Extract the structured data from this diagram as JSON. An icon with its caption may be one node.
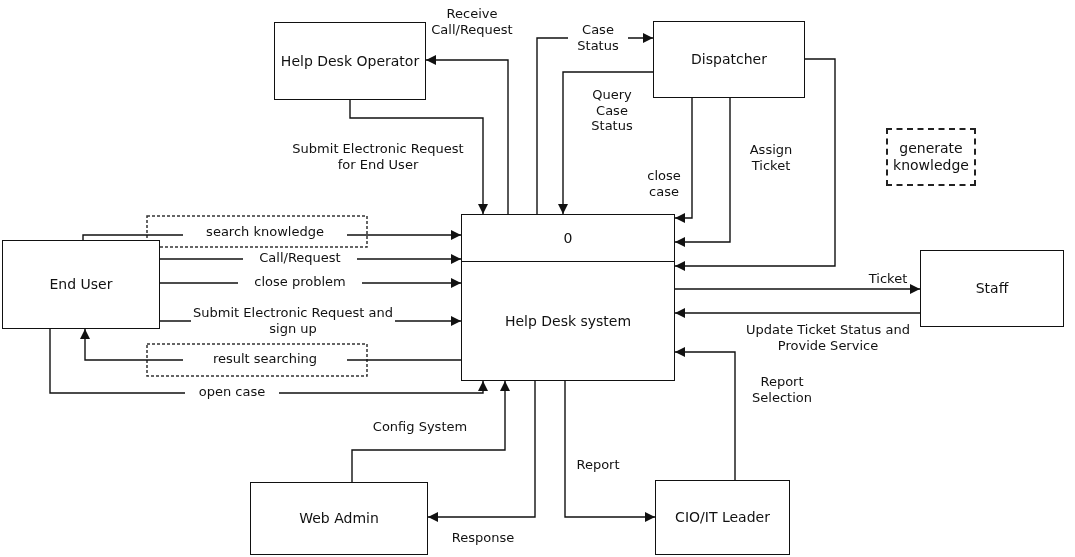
{
  "diagram": {
    "nodes": [
      {
        "text": [
          "Help Desk Operator"
        ]
      },
      {
        "text": [
          "Dispatcher"
        ]
      },
      {
        "text": [
          "End User"
        ]
      },
      {
        "text": [
          "0",
          "Help Desk system"
        ]
      },
      {
        "text": [
          "Staff"
        ]
      },
      {
        "text": [
          "Web Admin"
        ]
      },
      {
        "text": [
          "CIO/IT Leader"
        ]
      },
      {
        "text": [
          "generate knowledge"
        ]
      }
    ],
    "edges": [
      {
        "from": 2,
        "to": 3,
        "arrow": "to",
        "label": "search knowledge"
      },
      {
        "from": 2,
        "to": 3,
        "arrow": "to",
        "label": "Call/Request"
      },
      {
        "from": 2,
        "to": 3,
        "arrow": "to",
        "label": "close problem"
      },
      {
        "from": 2,
        "to": 3,
        "arrow": "to",
        "label": "Submit Electronic Request and sign up"
      },
      {
        "from": 3,
        "to": 2,
        "arrow": "to",
        "label": "result searching"
      },
      {
        "from": 2,
        "to": 3,
        "arrow": "to",
        "label": "open case"
      },
      {
        "from": 3,
        "to": 0,
        "arrow": "to",
        "label": "Receive Call/Request"
      },
      {
        "from": 0,
        "to": 3,
        "arrow": "to",
        "label": "Submit Electronic Request for End User"
      },
      {
        "from": 3,
        "to": 1,
        "arrow": "to",
        "label": "Case Status"
      },
      {
        "from": 1,
        "to": 3,
        "arrow": "to",
        "label": "Query Case Status"
      },
      {
        "from": 1,
        "to": 3,
        "arrow": "to",
        "label": "close case"
      },
      {
        "from": 1,
        "to": 3,
        "arrow": "to",
        "label": "Assign Ticket"
      },
      {
        "from": 1,
        "to": 3,
        "arrow": "to"
      },
      {
        "from": 3,
        "to": 4,
        "arrow": "to",
        "label": "Ticket"
      },
      {
        "from": 4,
        "to": 3,
        "arrow": "to",
        "label": "Update Ticket Status and Provide Service"
      },
      {
        "from": 6,
        "to": 3,
        "arrow": "to",
        "label": "Report Selection"
      },
      {
        "from": 5,
        "to": 3,
        "arrow": "to",
        "label": "Config System"
      },
      {
        "from": 3,
        "to": 5,
        "arrow": "to",
        "label": "Response"
      },
      {
        "from": 3,
        "to": 6,
        "arrow": "to",
        "label": "Report"
      }
    ]
  }
}
